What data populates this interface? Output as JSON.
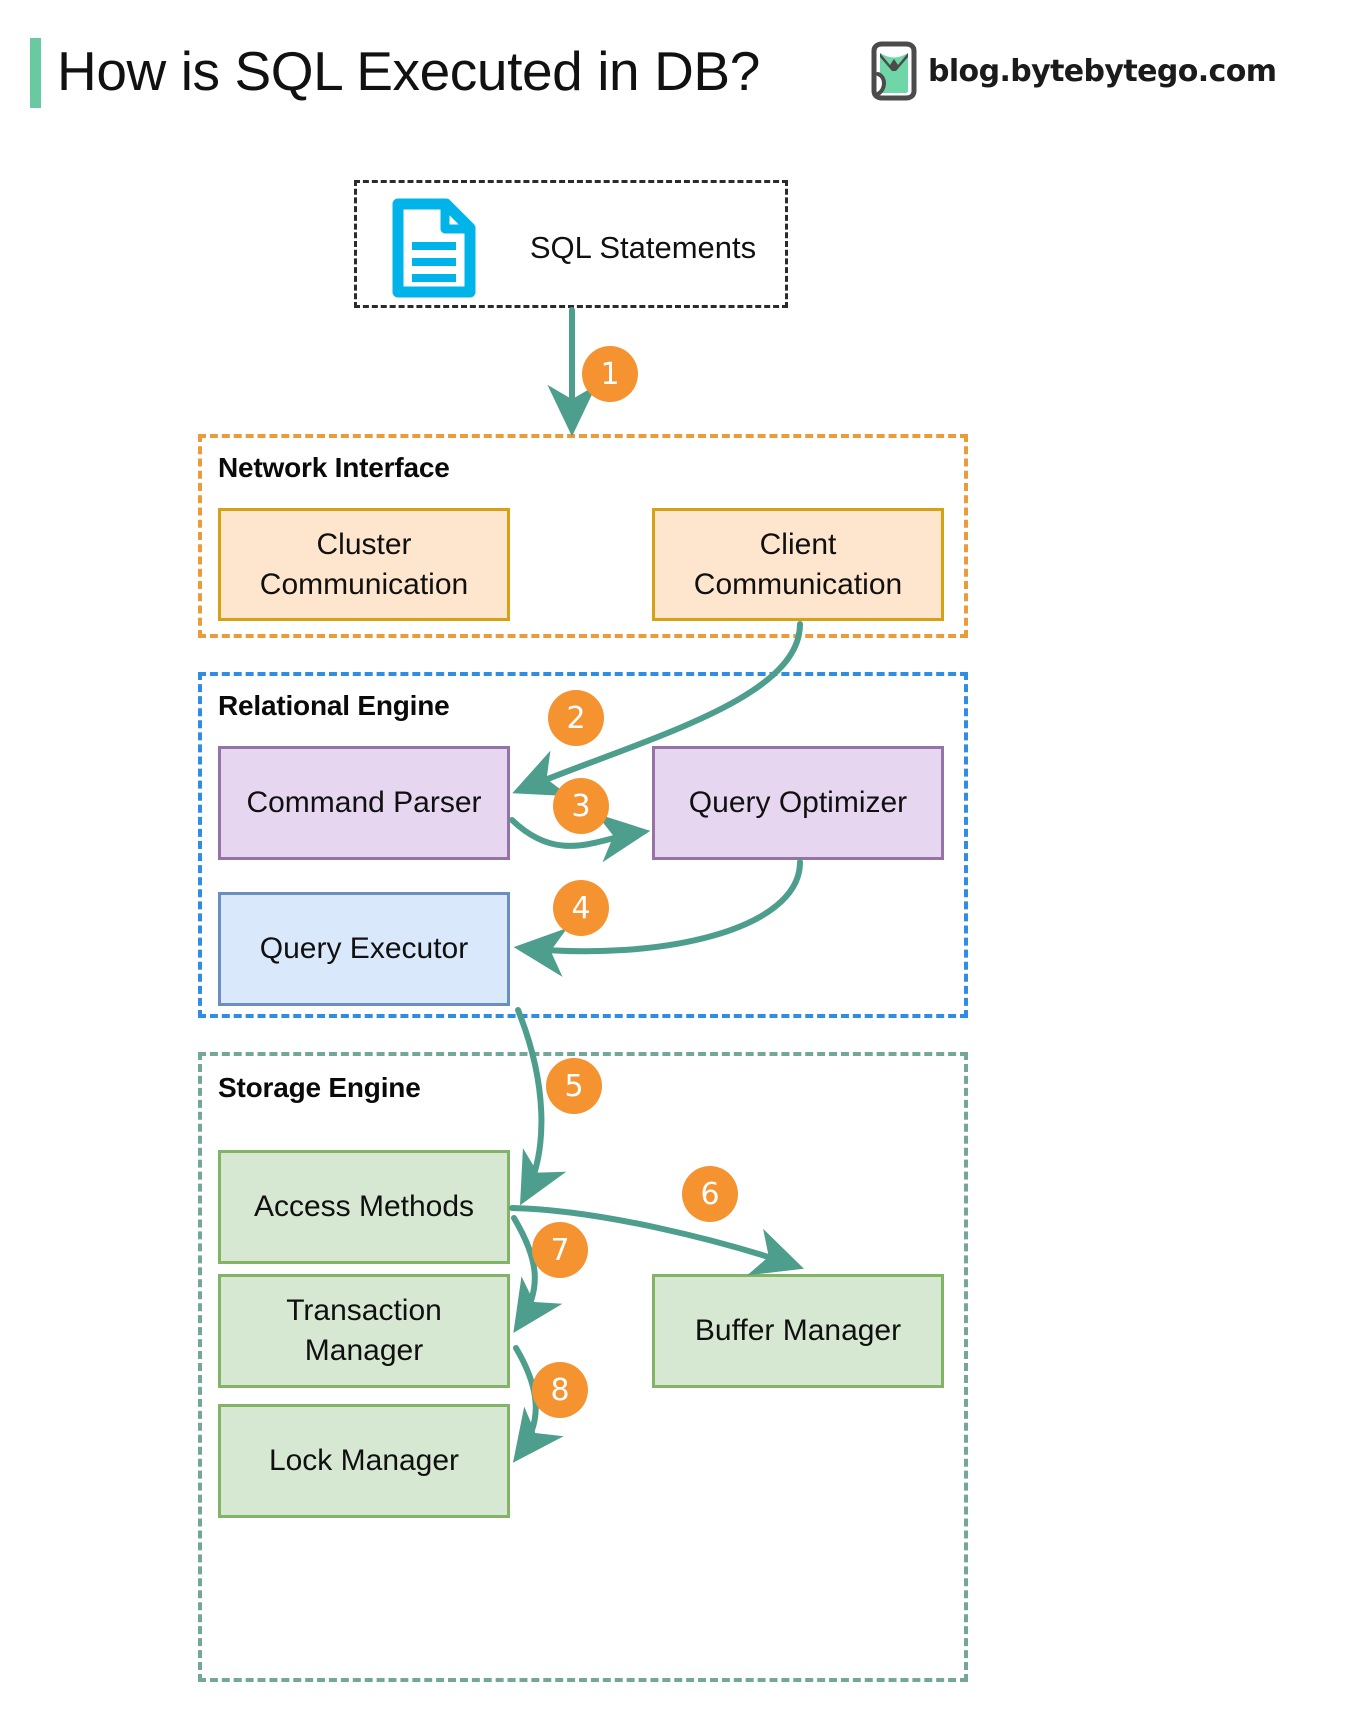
{
  "header": {
    "title": "How is SQL Executed in DB?",
    "brand_text": "blog.bytebytego.com",
    "brand_logo_icon": "bytebytego-logo-icon",
    "accent_color": "#69c9a0"
  },
  "source": {
    "label": "SQL Statements",
    "icon": "document-icon",
    "icon_color": "#00b4ea",
    "border_style": "dashed"
  },
  "groups": [
    {
      "id": "network-interface",
      "label": "Network Interface",
      "border_color": "#ec9b3b",
      "nodes": [
        {
          "id": "cluster-communication",
          "label": "Cluster\nCommunication",
          "line1": "Cluster",
          "line2": "Communication",
          "fill": "#fde6cd",
          "stroke": "#d6a114"
        },
        {
          "id": "client-communication",
          "label": "Client\nCommunication",
          "line1": "Client",
          "line2": "Communication",
          "fill": "#fde6cd",
          "stroke": "#d6a114"
        }
      ]
    },
    {
      "id": "relational-engine",
      "label": "Relational Engine",
      "border_color": "#2f8de4",
      "nodes": [
        {
          "id": "command-parser",
          "label": "Command Parser",
          "fill": "#e6d6ef",
          "stroke": "#9673a6"
        },
        {
          "id": "query-optimizer",
          "label": "Query Optimizer",
          "fill": "#e6d6ef",
          "stroke": "#9673a6"
        },
        {
          "id": "query-executor",
          "label": "Query Executor",
          "fill": "#dae8fc",
          "stroke": "#6c8ebf"
        }
      ]
    },
    {
      "id": "storage-engine",
      "label": "Storage Engine",
      "border_color": "#73a79a",
      "nodes": [
        {
          "id": "access-methods",
          "label": "Access Methods",
          "fill": "#d7e8d2",
          "stroke": "#82b366"
        },
        {
          "id": "transaction-manager",
          "label": "Transaction\nManager",
          "line1": "Transaction",
          "line2": "Manager",
          "fill": "#d7e8d2",
          "stroke": "#82b366"
        },
        {
          "id": "lock-manager",
          "label": "Lock Manager",
          "fill": "#d7e8d2",
          "stroke": "#82b366"
        },
        {
          "id": "buffer-manager",
          "label": "Buffer Manager",
          "fill": "#d7e8d2",
          "stroke": "#82b366"
        }
      ]
    }
  ],
  "steps": [
    {
      "number": "1",
      "from": "SQL Statements",
      "to": "Network Interface"
    },
    {
      "number": "2",
      "from": "Client Communication",
      "to": "Command Parser"
    },
    {
      "number": "3",
      "from": "Command Parser",
      "to": "Query Optimizer"
    },
    {
      "number": "4",
      "from": "Query Optimizer",
      "to": "Query Executor"
    },
    {
      "number": "5",
      "from": "Query Executor",
      "to": "Access Methods"
    },
    {
      "number": "6",
      "from": "Access Methods",
      "to": "Buffer Manager"
    },
    {
      "number": "7",
      "from": "Access Methods",
      "to": "Transaction Manager"
    },
    {
      "number": "8",
      "from": "Transaction Manager",
      "to": "Lock Manager"
    }
  ],
  "colors": {
    "arrow": "#4d9e8c",
    "badge": "#f59331",
    "badge_text": "#ffffff",
    "background": "#ffffff",
    "title_text": "#111111"
  }
}
